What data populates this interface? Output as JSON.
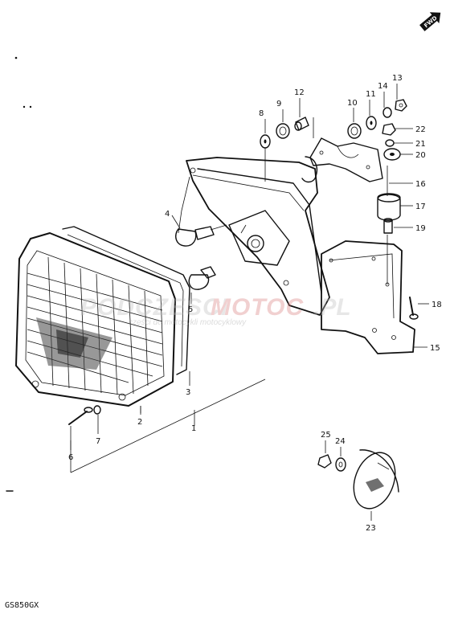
{
  "diagram": {
    "model_code": "GS850GX",
    "fwd_badge": "FWD",
    "watermark": {
      "brand_left": "PODCZESCI",
      "brand_mid": "MOTOC",
      "brand_right": ".PL",
      "tagline": "części do motocykli motocyklowy"
    },
    "callouts": [
      {
        "id": "c1",
        "label": "1"
      },
      {
        "id": "c2",
        "label": "2"
      },
      {
        "id": "c3",
        "label": "3"
      },
      {
        "id": "c4",
        "label": "4"
      },
      {
        "id": "c5",
        "label": "5"
      },
      {
        "id": "c6",
        "label": "6"
      },
      {
        "id": "c7",
        "label": "7"
      },
      {
        "id": "c8",
        "label": "8"
      },
      {
        "id": "c9",
        "label": "9"
      },
      {
        "id": "c10",
        "label": "10"
      },
      {
        "id": "c11",
        "label": "11"
      },
      {
        "id": "c12",
        "label": "12"
      },
      {
        "id": "c13",
        "label": "13"
      },
      {
        "id": "c14",
        "label": "14"
      },
      {
        "id": "c15",
        "label": "15"
      },
      {
        "id": "c16",
        "label": "16"
      },
      {
        "id": "c17",
        "label": "17"
      },
      {
        "id": "c18",
        "label": "18"
      },
      {
        "id": "c19",
        "label": "19"
      },
      {
        "id": "c20",
        "label": "20"
      },
      {
        "id": "c21",
        "label": "21"
      },
      {
        "id": "c22",
        "label": "22"
      },
      {
        "id": "c23",
        "label": "23"
      },
      {
        "id": "c24",
        "label": "24"
      },
      {
        "id": "c25",
        "label": "25"
      }
    ]
  }
}
